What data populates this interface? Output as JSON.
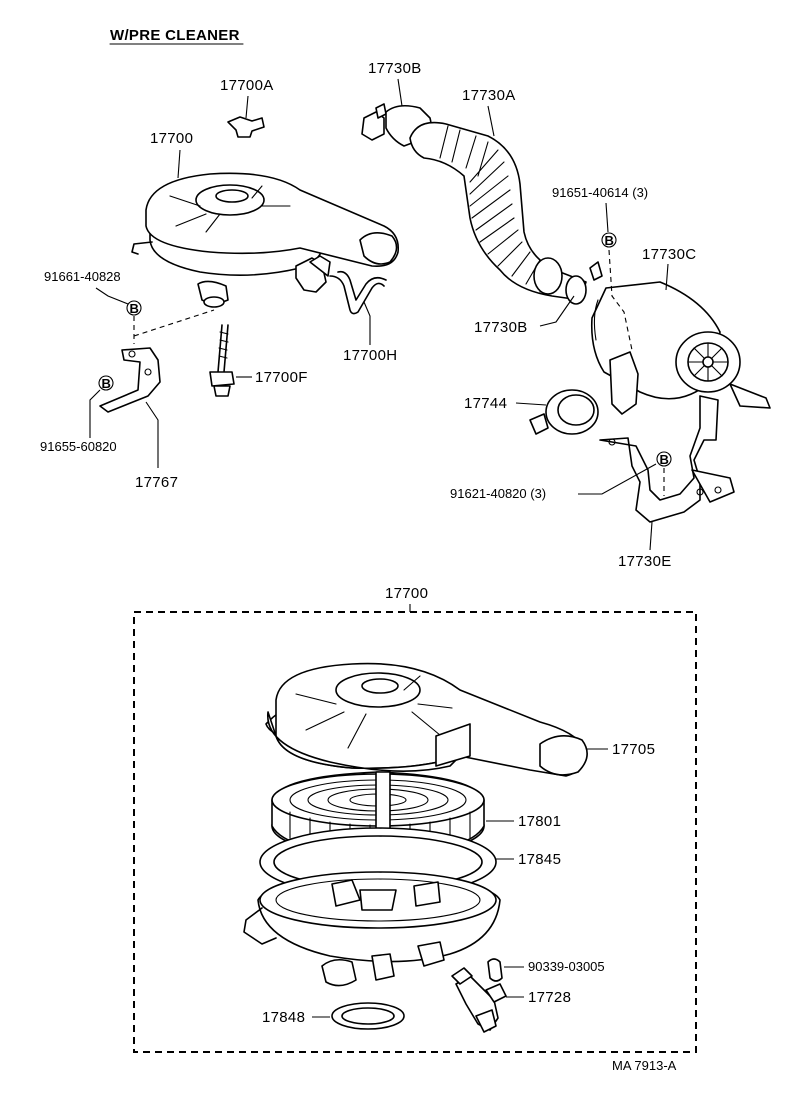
{
  "header": {
    "title": "W/PRE CLEANER"
  },
  "upper_labels": {
    "p17700A": "17700A",
    "p17700": "17700",
    "p91661": "91661-40828",
    "p17700F": "17700F",
    "p17700H": "17700H",
    "p91655": "91655-60820",
    "p17767": "17767",
    "p17730B_top": "17730B",
    "p17730A": "17730A",
    "p91651": "91651-40614 (3)",
    "p17730C": "17730C",
    "p17730B_mid": "17730B",
    "p17744": "17744",
    "p91621": "91621-40820 (3)",
    "p17730E": "17730E"
  },
  "lower_labels": {
    "box_title": "17700",
    "p17705": "17705",
    "p17801": "17801",
    "p17845": "17845",
    "p90339": "90339-03005",
    "p17728": "17728",
    "p17848": "17848"
  },
  "bolt_mark": "B",
  "footer": {
    "code": "MA 7913-A"
  }
}
